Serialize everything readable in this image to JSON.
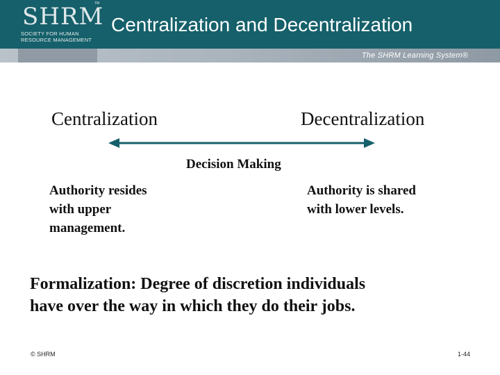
{
  "header": {
    "title": "Centralization and Decentralization",
    "logo_text": "SHRM",
    "logo_tm": "TM",
    "logo_subtitle_lines": [
      "SOCIETY FOR HUMAN",
      "RESOURCE MANAGEMENT"
    ],
    "tagline": "The SHRM Learning System®",
    "colors": {
      "band": "#15606a",
      "bar": "#aab4bd"
    }
  },
  "continuum": {
    "left_label": "Centralization",
    "right_label": "Decentralization",
    "arrow_caption": "Decision Making",
    "arrow_color": "#15606a",
    "left_description": [
      "Authority resides",
      "with upper",
      "management."
    ],
    "right_description": [
      "Authority is shared",
      "with lower levels."
    ]
  },
  "definition": {
    "lines": [
      "Formalization: Degree of discretion individuals",
      "have over the way in which they do their jobs."
    ]
  },
  "footer": {
    "copyright": "© SHRM",
    "slide_number": "1-44"
  }
}
